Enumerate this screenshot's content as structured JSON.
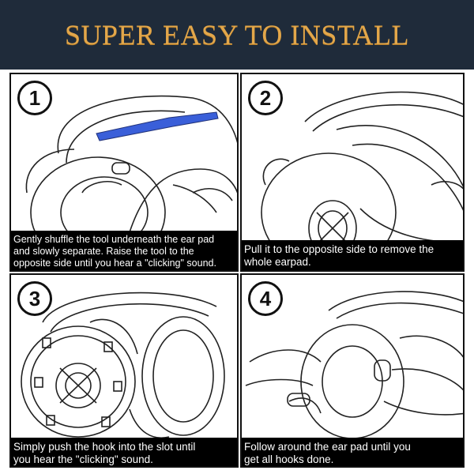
{
  "banner": {
    "title": "SUPER EASY TO INSTALL"
  },
  "steps": [
    {
      "number": "1",
      "line1": "Gently shuffle the tool underneath the ear pad",
      "line2": "and slowly separate. Raise the tool to the",
      "line3": "opposite side until you hear a \"clicking\" sound."
    },
    {
      "number": "2",
      "line1": "Pull it to the opposite side to remove the",
      "line2": "whole earpad."
    },
    {
      "number": "3",
      "line1": "Simply push the hook into the slot until",
      "line2": "you hear the \"clicking\" sound."
    },
    {
      "number": "4",
      "line1": "Follow around the ear pad until you",
      "line2": "get all hooks done."
    }
  ],
  "colors": {
    "banner_bg": "#1f2b3a",
    "title": "#e3a74a",
    "tool": "#3a5fd9"
  }
}
